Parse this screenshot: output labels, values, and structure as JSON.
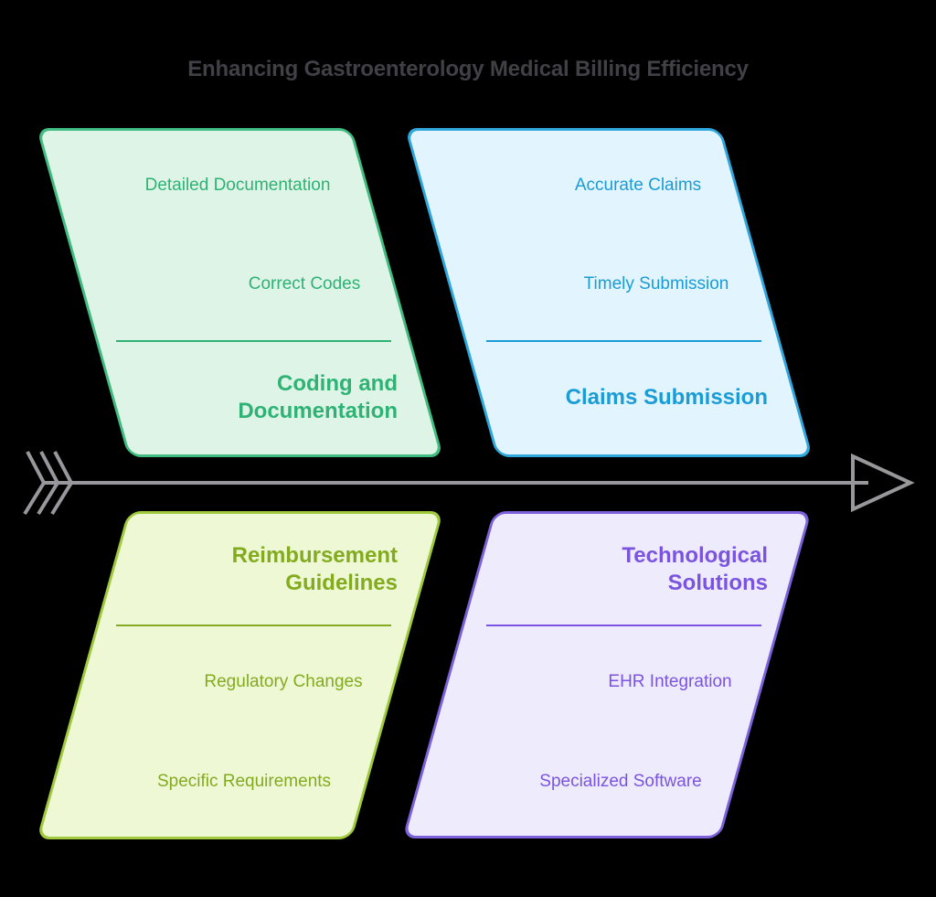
{
  "title": {
    "text": "Enhancing Gastroenterology Medical Billing Efficiency",
    "color": "#404046"
  },
  "arrow": {
    "color": "#98989c",
    "direction": "right"
  },
  "panels": [
    {
      "heading_lines": [
        "Coding and",
        "Documentation"
      ],
      "items": [
        "Detailed Documentation",
        "Correct Codes"
      ],
      "colors": {
        "fill": "#def4e7",
        "border": "#41bc81",
        "text": "#2eb374"
      }
    },
    {
      "heading_lines": [
        "Claims Submission"
      ],
      "items": [
        "Accurate Claims",
        "Timely Submission"
      ],
      "colors": {
        "fill": "#e2f4fd",
        "border": "#2fa7dd",
        "text": "#1a9cd7"
      }
    },
    {
      "heading_lines": [
        "Reimbursement",
        "Guidelines"
      ],
      "items": [
        "Regulatory Changes",
        "Specific Requirements"
      ],
      "colors": {
        "fill": "#eff8d4",
        "border": "#a0c93d",
        "text": "#83ab20"
      }
    },
    {
      "heading_lines": [
        "Technological",
        "Solutions"
      ],
      "items": [
        "EHR Integration",
        "Specialized Software"
      ],
      "colors": {
        "fill": "#eeebfc",
        "border": "#7c61da",
        "text": "#7a54e0"
      }
    }
  ]
}
